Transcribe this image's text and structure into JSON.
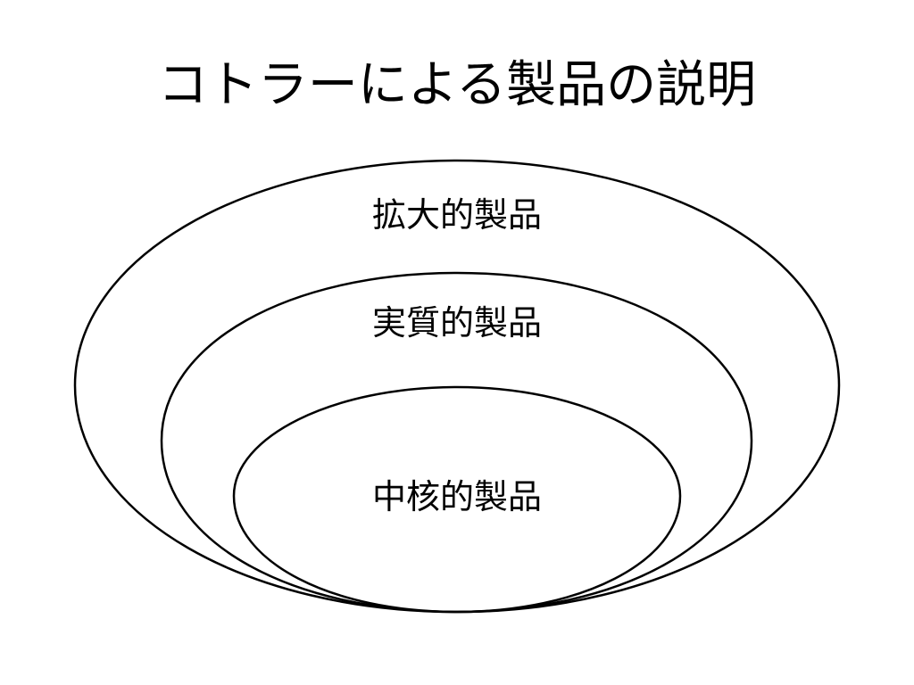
{
  "title": "コトラーによる製品の説明",
  "layers": {
    "augmented": "拡大的製品",
    "actual": "実質的製品",
    "core": "中核的製品"
  }
}
